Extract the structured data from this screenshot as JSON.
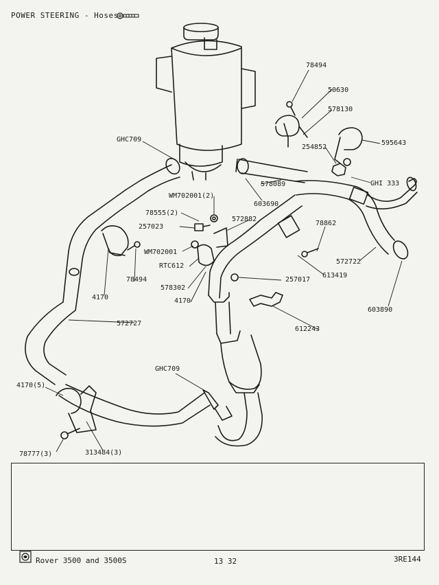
{
  "header": {
    "title": "POWER STEERING - Hoses"
  },
  "part_labels": {
    "p78494_top": "78494",
    "p50630": "50630",
    "p578130": "578130",
    "p595643": "595643",
    "p254852": "254852",
    "pGHC709_top": "GHC709",
    "pGHI333": "GHI 333",
    "p578089": "578089",
    "p603690": "603690",
    "pWM702001_2": "WM702001(2)",
    "p78555_2": "78555(2)",
    "p257023": "257023",
    "p572882": "572882",
    "p78862": "78862",
    "pWM702001": "WM702001",
    "pRTC612": "RTC612",
    "p578302": "578302",
    "p4170_mid": "4170",
    "p4170_left": "4170",
    "p78494_left": "78494",
    "p257017": "257017",
    "p613419": "613419",
    "p572722": "572722",
    "p603890": "603890",
    "p572727": "572727",
    "p612243": "612243",
    "pGHC709_bottom": "GHC709",
    "p4170_5": "4170(5)",
    "p78777_3": "78777(3)",
    "p313484_3": "313484(3)"
  },
  "footer": {
    "model": "Rover 3500 and 3500S",
    "page_number": "13 32",
    "ref_code": "3RE144"
  }
}
